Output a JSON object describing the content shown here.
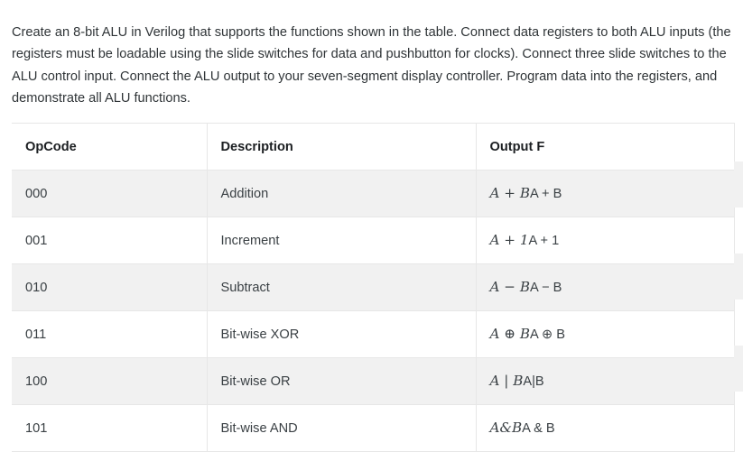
{
  "prompt": {
    "text": "Create an 8-bit ALU in Verilog that supports the functions shown in the table. Connect data registers to both ALU inputs (the registers must be loadable using the slide switches for data and pushbutton for clocks). Connect three slide switches to the ALU control input. Connect the ALU output to your seven-segment display controller. Program data into the registers, and demonstrate all ALU functions."
  },
  "table": {
    "headers": {
      "opcode": "OpCode",
      "description": "Description",
      "output": "Output F"
    },
    "rows": [
      {
        "opcode": "000",
        "description": "Addition",
        "output_math": "A + B",
        "output_plain": "A + B",
        "output_full": "A + BA + B"
      },
      {
        "opcode": "001",
        "description": "Increment",
        "output_math": "A + 1",
        "output_plain": "A + 1",
        "output_full": "A + 1A + 1"
      },
      {
        "opcode": "010",
        "description": "Subtract",
        "output_math": "A − B",
        "output_plain": "A − B",
        "output_full": "A − BA − B"
      },
      {
        "opcode": "011",
        "description": "Bit-wise XOR",
        "output_math": "A ⊕ B",
        "output_plain": "A ⊕ B",
        "output_full": "A ⊕ BA ⊕ B"
      },
      {
        "opcode": "100",
        "description": "Bit-wise OR",
        "output_math": "A | B",
        "output_plain": "A|B",
        "output_full": "A | BA|B"
      },
      {
        "opcode": "101",
        "description": "Bit-wise AND",
        "output_math": "A&B",
        "output_plain": "A & B",
        "output_full": "A&BA & B"
      }
    ]
  },
  "colors": {
    "page_background": "#ffffff",
    "text": "#2f3437",
    "header_text": "#1c1f22",
    "border": "#e7e7e7",
    "row_stripe": "#f1f1f1"
  }
}
